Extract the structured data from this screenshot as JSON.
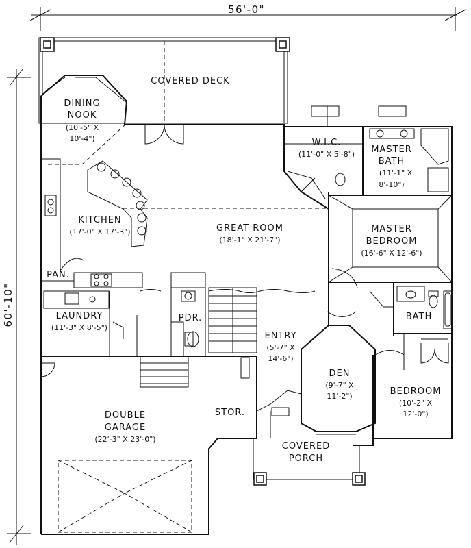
{
  "overall": {
    "width_label": "56'-0\"",
    "depth_label": "60'-10\""
  },
  "rooms": {
    "covered_deck": {
      "name": "COVERED DECK"
    },
    "dining_nook": {
      "name1": "DINING",
      "name2": "NOOK",
      "dim1": "(10'-5\" X",
      "dim2": "10'-4\")"
    },
    "wic": {
      "name": "W.I.C.",
      "dim": "(11'-0\" X 5'-8\")"
    },
    "master_bath": {
      "name1": "MASTER",
      "name2": "BATH",
      "dim1": "(11'-1\" X",
      "dim2": "8'-10\")"
    },
    "kitchen": {
      "name": "KITCHEN",
      "dim": "(17'-0\" X 17'-3\")"
    },
    "great_room": {
      "name": "GREAT ROOM",
      "dim": "(18'-1\" X 21'-7\")"
    },
    "master_bedroom": {
      "name1": "MASTER",
      "name2": "BEDROOM",
      "dim": "(16'-6\" X 12'-6\")"
    },
    "pantry": {
      "name": "PAN."
    },
    "laundry": {
      "name": "LAUNDRY",
      "dim": "(11'-3\" X 8'-5\")"
    },
    "powder": {
      "name": "PDR."
    },
    "bath": {
      "name": "BATH"
    },
    "entry": {
      "name": "ENTRY",
      "dim1": "(5'-7\" X",
      "dim2": "14'-6\")"
    },
    "den": {
      "name": "DEN",
      "dim1": "(9'-7\" X",
      "dim2": "11'-2\")"
    },
    "bedroom": {
      "name": "BEDROOM",
      "dim1": "(10'-2\" X",
      "dim2": "12'-0\")"
    },
    "storage": {
      "name": "STOR."
    },
    "garage": {
      "name1": "DOUBLE",
      "name2": "GARAGE",
      "dim": "(22'-3\" X 23'-0\")"
    },
    "covered_porch": {
      "name1": "COVERED",
      "name2": "PORCH"
    }
  }
}
